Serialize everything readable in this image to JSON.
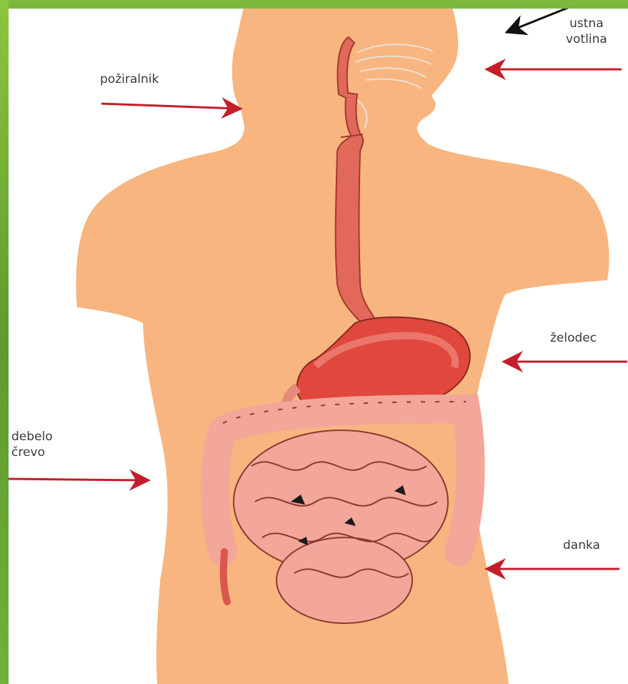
{
  "labels": {
    "ustna_votlina": "ustna\nvotlina",
    "poziralnik": "požiralnik",
    "zelodec": "želodec",
    "debelo_crevo": "debelo\nčrevo",
    "danka": "danka"
  },
  "colors": {
    "frame_green": "#6fa836",
    "body_skin": "#f8b57f",
    "esophagus": "#e2685a",
    "stomach": "#e0483d",
    "intestine": "#f2a79a",
    "intestine_outline": "#8a3a30",
    "arrow_red": "#c41e2a",
    "arrow_black": "#111111"
  }
}
